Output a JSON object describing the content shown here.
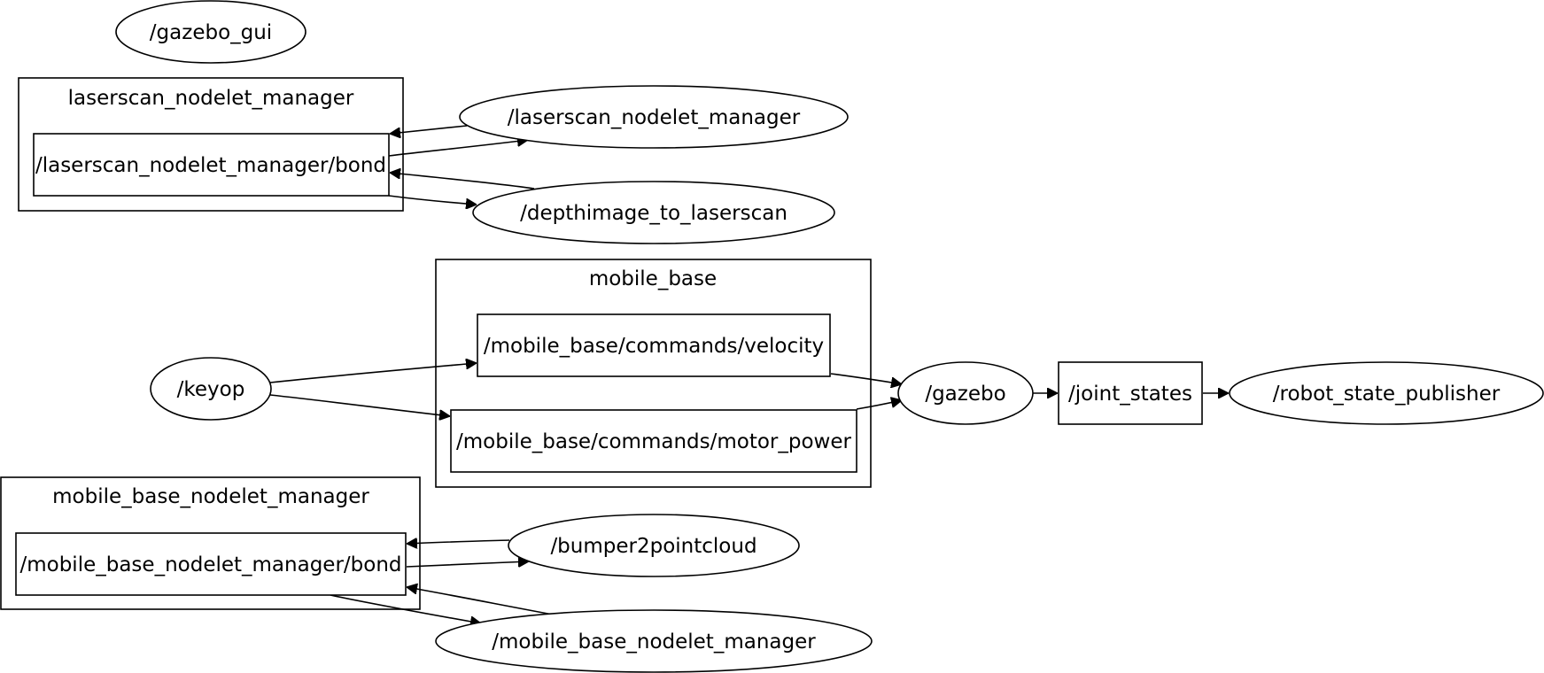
{
  "graph": {
    "clusters": [
      {
        "id": "c_laserscan",
        "label": "laserscan_nodelet_manager"
      },
      {
        "id": "c_mobile_base",
        "label": "mobile_base"
      },
      {
        "id": "c_mb_nodelet",
        "label": "mobile_base_nodelet_manager"
      }
    ],
    "nodes": [
      {
        "id": "gazebo_gui",
        "label": "/gazebo_gui",
        "shape": "ellipse"
      },
      {
        "id": "laserscan_bond",
        "label": "/laserscan_nodelet_manager/bond",
        "shape": "box"
      },
      {
        "id": "laserscan_node",
        "label": "/laserscan_nodelet_manager",
        "shape": "ellipse"
      },
      {
        "id": "depthimage",
        "label": "/depthimage_to_laserscan",
        "shape": "ellipse"
      },
      {
        "id": "velocity",
        "label": "/mobile_base/commands/velocity",
        "shape": "box"
      },
      {
        "id": "motor_power",
        "label": "/mobile_base/commands/motor_power",
        "shape": "box"
      },
      {
        "id": "keyop",
        "label": "/keyop",
        "shape": "ellipse"
      },
      {
        "id": "gazebo",
        "label": "/gazebo",
        "shape": "ellipse"
      },
      {
        "id": "joint_states",
        "label": "/joint_states",
        "shape": "box"
      },
      {
        "id": "robot_state_publisher",
        "label": "/robot_state_publisher",
        "shape": "ellipse"
      },
      {
        "id": "mb_bond",
        "label": "/mobile_base_nodelet_manager/bond",
        "shape": "box"
      },
      {
        "id": "bumper",
        "label": "/bumper2pointcloud",
        "shape": "ellipse"
      },
      {
        "id": "mb_node",
        "label": "/mobile_base_nodelet_manager",
        "shape": "ellipse"
      }
    ],
    "edges": [
      {
        "from": "laserscan_node",
        "to": "laserscan_bond"
      },
      {
        "from": "laserscan_bond",
        "to": "laserscan_node"
      },
      {
        "from": "depthimage",
        "to": "laserscan_bond"
      },
      {
        "from": "laserscan_bond",
        "to": "depthimage"
      },
      {
        "from": "keyop",
        "to": "velocity"
      },
      {
        "from": "keyop",
        "to": "motor_power"
      },
      {
        "from": "velocity",
        "to": "gazebo"
      },
      {
        "from": "motor_power",
        "to": "gazebo"
      },
      {
        "from": "gazebo",
        "to": "joint_states"
      },
      {
        "from": "joint_states",
        "to": "robot_state_publisher"
      },
      {
        "from": "bumper",
        "to": "mb_bond"
      },
      {
        "from": "mb_bond",
        "to": "bumper"
      },
      {
        "from": "mb_node",
        "to": "mb_bond"
      },
      {
        "from": "mb_bond",
        "to": "mb_node"
      }
    ]
  }
}
